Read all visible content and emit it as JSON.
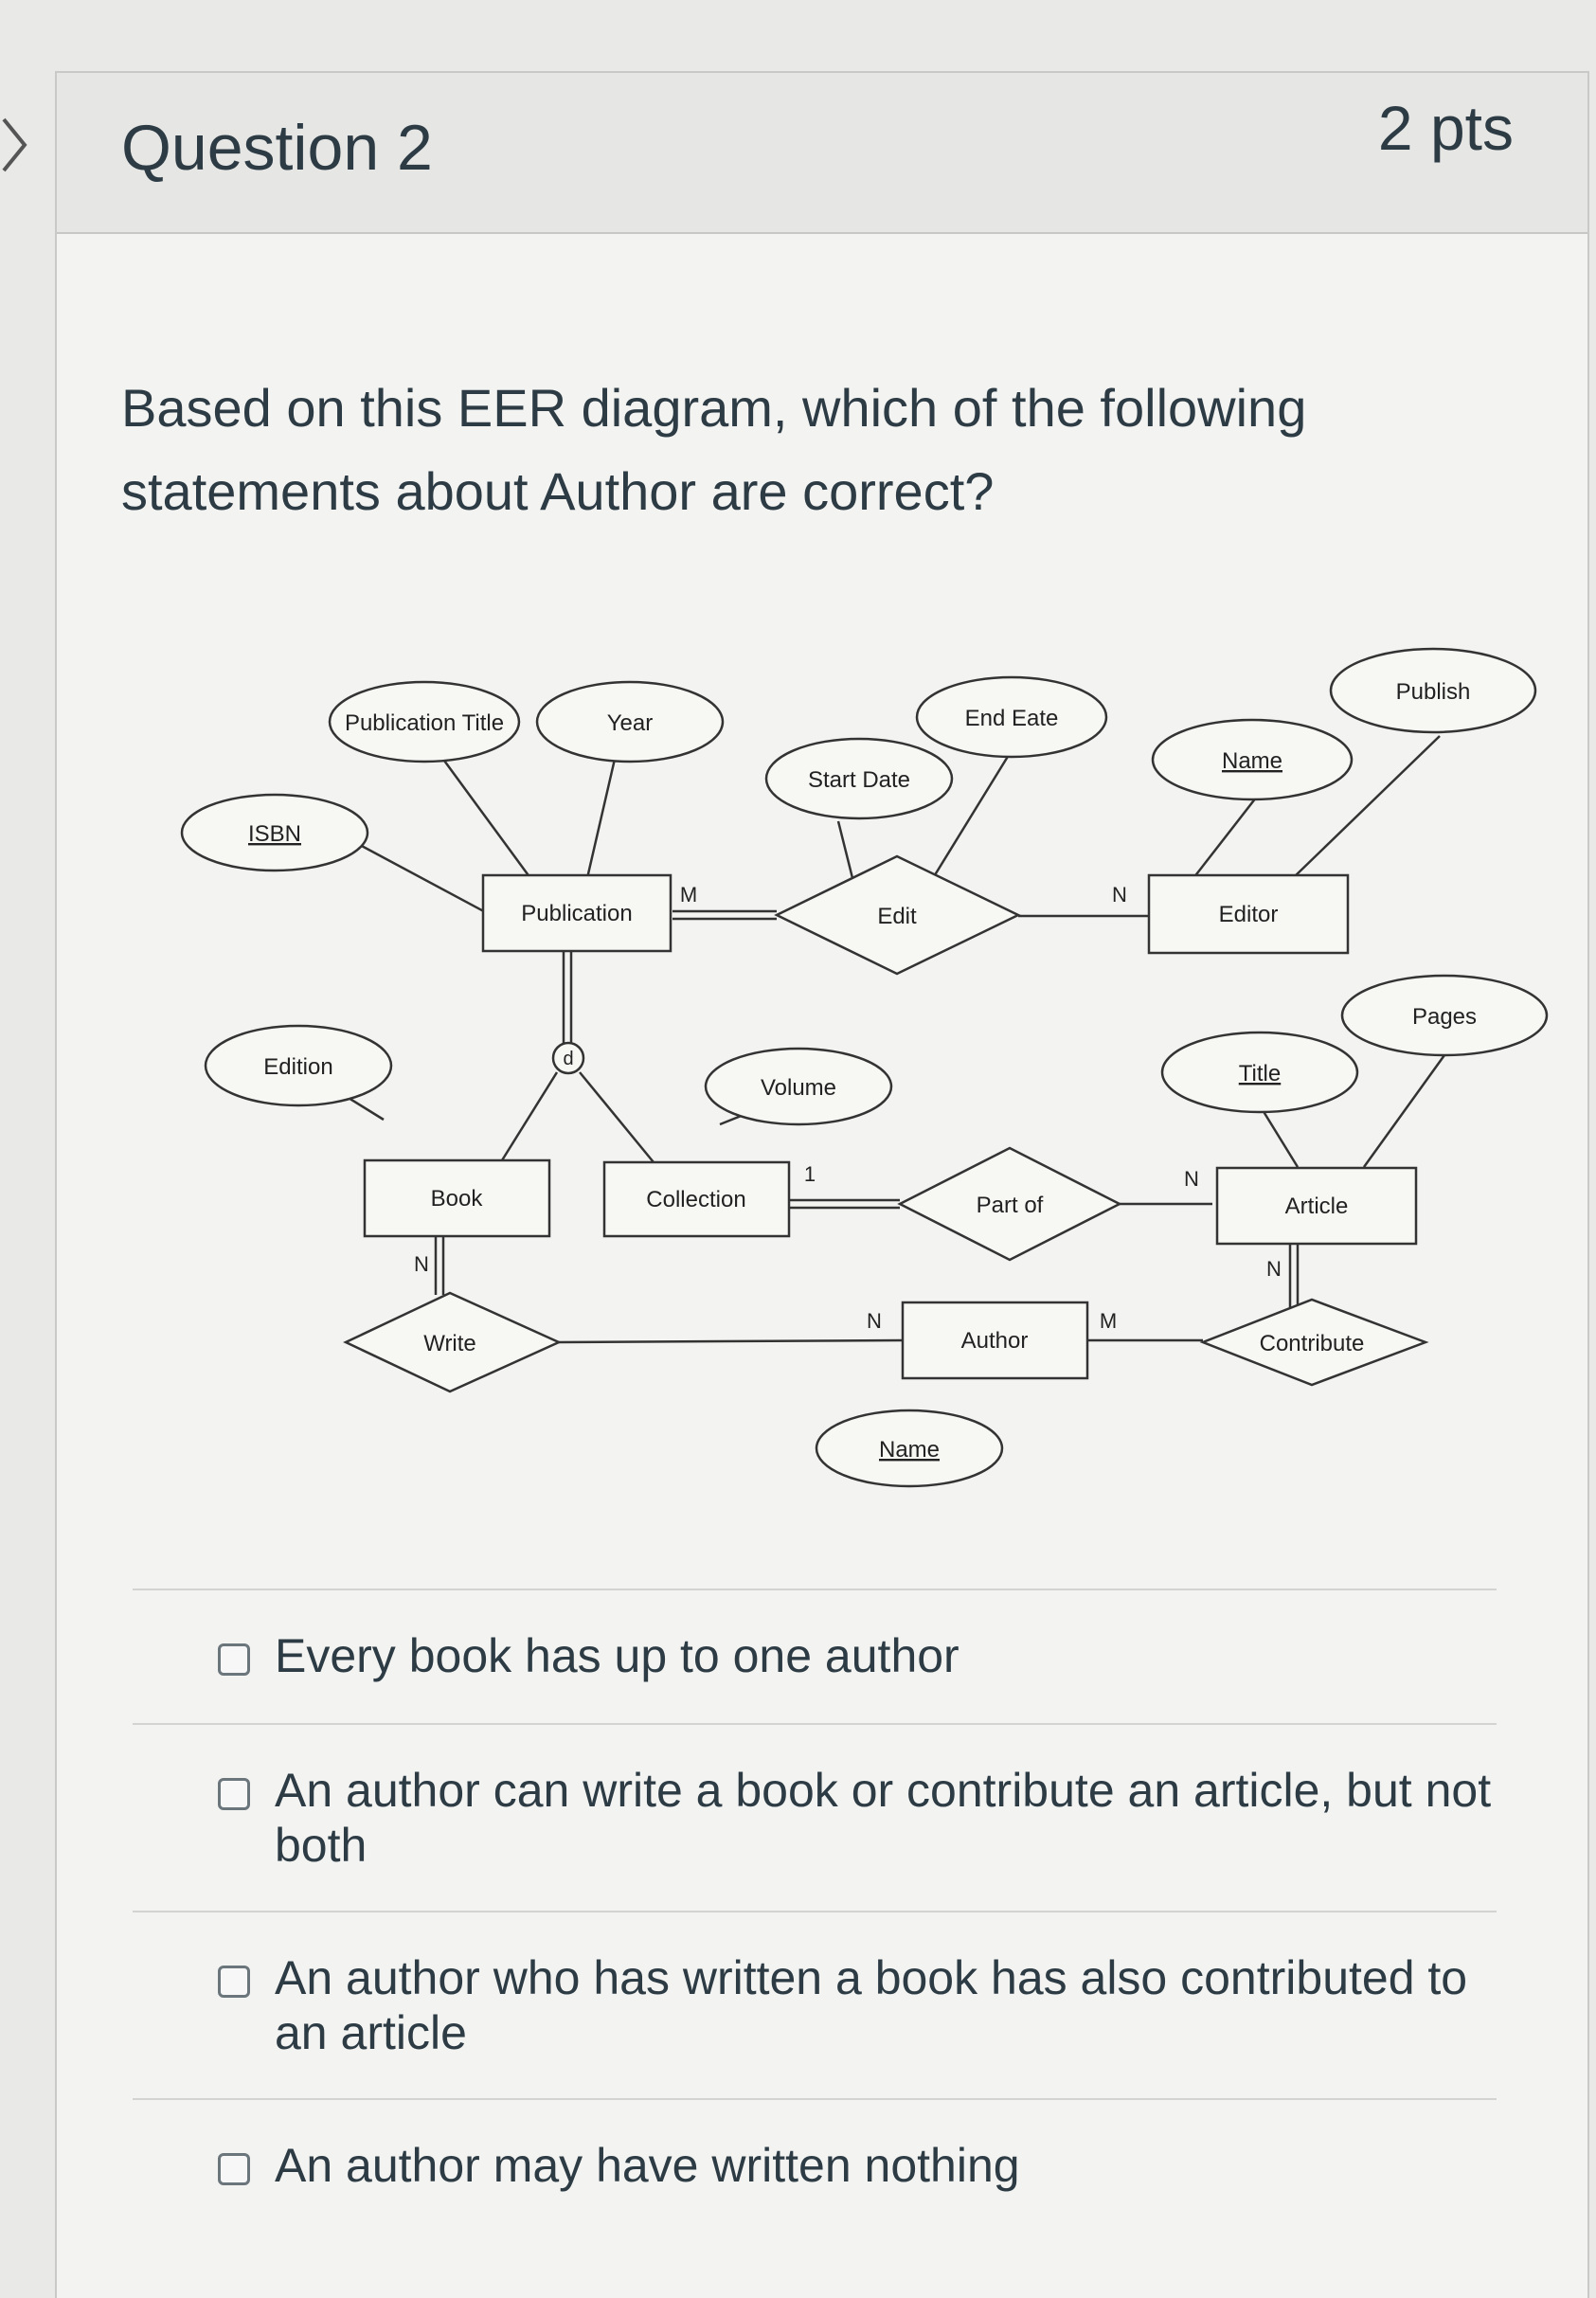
{
  "question": {
    "title": "Question 2",
    "points": "2 pts",
    "text": "Based on this EER diagram, which of the following statements about Author are correct?"
  },
  "diagram": {
    "entities": {
      "publication": "Publication",
      "editor": "Editor",
      "book": "Book",
      "collection": "Collection",
      "article": "Article",
      "author": "Author"
    },
    "relationships": {
      "edit": "Edit",
      "part_of": "Part of",
      "write": "Write",
      "contribute": "Contribute"
    },
    "attributes": {
      "publication_title": "Publication Title",
      "year": "Year",
      "isbn": "ISBN",
      "start_date": "Start Date",
      "end_date": "End Eate",
      "editor_name": "Name",
      "publish": "Publish",
      "edition": "Edition",
      "volume": "Volume",
      "title": "Title",
      "pages": "Pages",
      "author_name": "Name"
    },
    "specialization": "d",
    "cardinalities": {
      "edit_publication": "M",
      "edit_editor": "N",
      "partof_collection": "1",
      "partof_article": "N",
      "write_book": "N",
      "write_author": "N",
      "contribute_author": "M",
      "contribute_article": "N"
    }
  },
  "answers": [
    {
      "label": "Every book has up to one author",
      "checked": false
    },
    {
      "label": "An author can write a book or contribute an article, but not both",
      "checked": false
    },
    {
      "label": "An author who has written a book has also contributed to an article",
      "checked": false
    },
    {
      "label": "An author may have written nothing",
      "checked": false
    }
  ]
}
